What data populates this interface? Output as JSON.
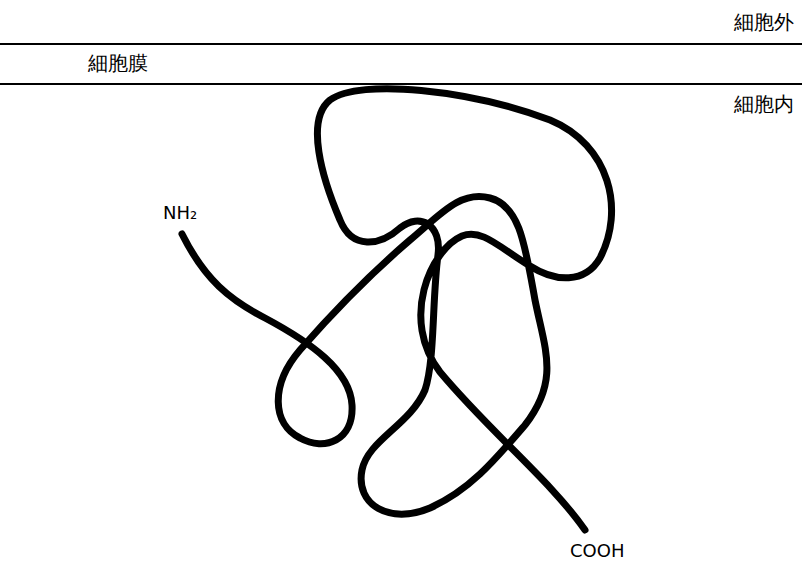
{
  "diagram": {
    "labels": [
      "細胞外",
      "細胞膜",
      "細胞内",
      "NH₂",
      "COOH"
    ]
  }
}
